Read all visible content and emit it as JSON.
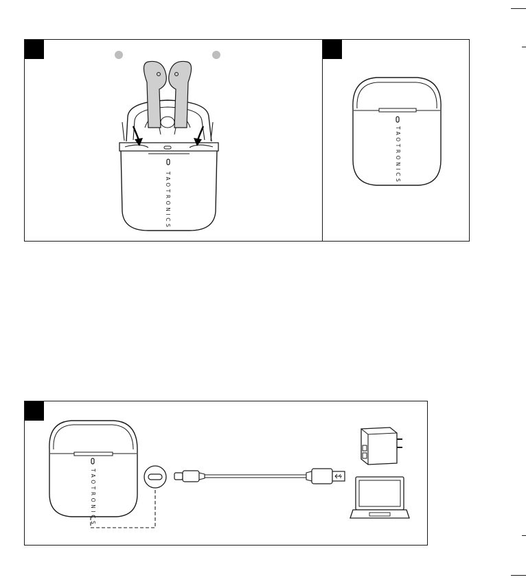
{
  "brand": {
    "wordmark": "TAOTRONICS"
  },
  "figures": [
    {
      "id": "insert-earbuds"
    },
    {
      "id": "case-closed"
    },
    {
      "id": "charging"
    }
  ],
  "colors": {
    "ink": "#1a1a1a",
    "earbud": "#cfcfcf",
    "badge": "#000000",
    "dot": "#bdbdbd"
  }
}
